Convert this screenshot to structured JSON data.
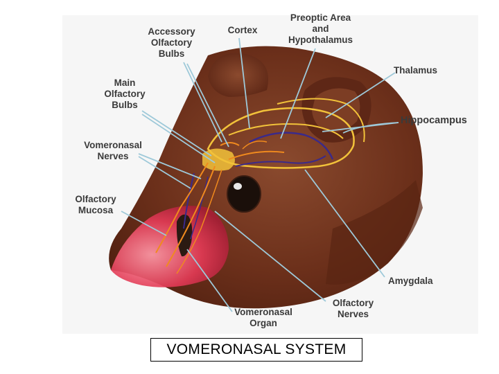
{
  "labels": {
    "accessory_olfactory_bulbs": [
      "Accessory",
      "Olfactory",
      "Bulbs"
    ],
    "cortex": "Cortex",
    "preoptic_area": [
      "Preoptic Area",
      "and",
      "Hypothalamus"
    ],
    "thalamus": "Thalamus",
    "main_olfactory_bulbs": [
      "Main",
      "Olfactory",
      "Bulbs"
    ],
    "hippocampus": "Hippocampus",
    "vomeronasal_nerves": [
      "Vomeronasal",
      "Nerves"
    ],
    "olfactory_mucosa": [
      "Olfactory",
      "Mucosa"
    ],
    "amygdala": "Amygdala",
    "vomeronasal_organ": [
      "Vomeronasal",
      "Organ"
    ],
    "olfactory_nerves": [
      "Olfactory",
      "Nerves"
    ]
  },
  "caption": "VOMERONASAL SYSTEM",
  "colors": {
    "fur": "#6b2f1a",
    "fur_light": "#8a4a2e",
    "ear": "#7a3a22",
    "snout_pink": "#e23a55",
    "brain_yellow": "#f2c23a",
    "pathway_orange": "#f08a1e",
    "pathway_purple": "#3b2a8a",
    "leader_line": "#9ec9d9",
    "background_panel": "#f6f6f6"
  }
}
